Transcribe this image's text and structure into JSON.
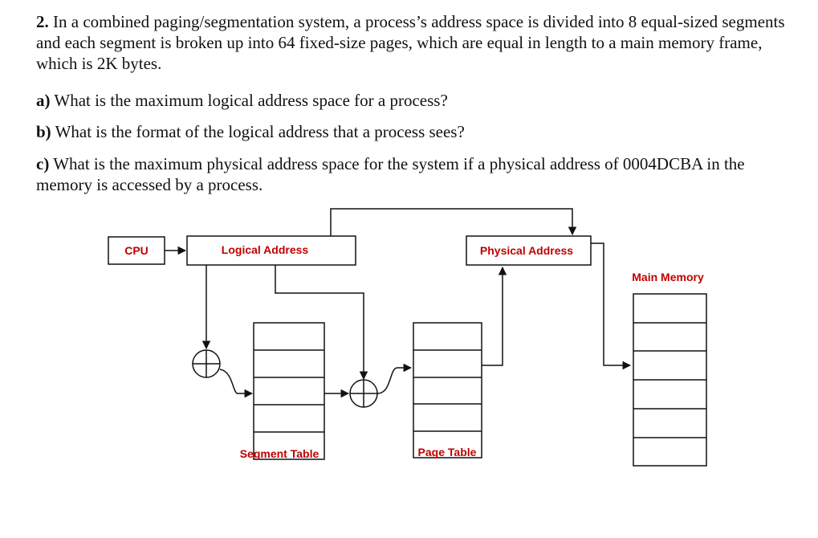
{
  "question": {
    "number": "2.",
    "intro": "In a combined paging/segmentation system, a process’s address space is divided into 8 equal-sized segments and each segment is broken up into 64 fixed-size pages, which are equal in length to a main memory frame, which is 2K bytes.",
    "a_label": "a)",
    "a_text": "What is the maximum logical address space for a process?",
    "b_label": "b)",
    "b_text": "What is the format of the logical address that a process sees?",
    "c_label": "c)",
    "c_text": "What is the maximum physical address space for the system if a physical address of 0004DCBA in the memory is accessed by a process."
  },
  "diagram": {
    "cpu": "CPU",
    "logical_address": "Logical Address",
    "physical_address": "Physical Address",
    "main_memory": "Main Memory",
    "segment_table": "Segment Table",
    "page_table": "Page Table",
    "label_color": "#c00000",
    "line_color": "#111111"
  }
}
